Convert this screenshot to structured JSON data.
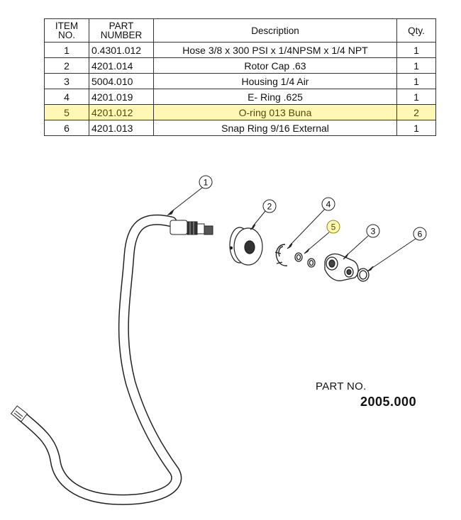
{
  "bom": {
    "headers": {
      "item_line1": "ITEM",
      "item_line2": "NO.",
      "part_line1": "PART",
      "part_line2": "NUMBER",
      "description": "Description",
      "qty": "Qty."
    },
    "rows": [
      {
        "item": "1",
        "part": "0.4301.012",
        "description": "Hose 3/8 x 300 PSI x 1/4NPSM x 1/4 NPT",
        "qty": "1",
        "highlight": false
      },
      {
        "item": "2",
        "part": "4201.014",
        "description": "Rotor Cap .63",
        "qty": "1",
        "highlight": false
      },
      {
        "item": "3",
        "part": "5004.010",
        "description": "Housing 1/4 Air",
        "qty": "1",
        "highlight": false
      },
      {
        "item": "4",
        "part": "4201.019",
        "description": "E- Ring .625",
        "qty": "1",
        "highlight": false
      },
      {
        "item": "5",
        "part": "4201.012",
        "description": "O-ring 013 Buna",
        "qty": "2",
        "highlight": true
      },
      {
        "item": "6",
        "part": "4201.013",
        "description": "Snap Ring 9/16 External",
        "qty": "1",
        "highlight": false
      }
    ]
  },
  "callouts": [
    "1",
    "2",
    "3",
    "4",
    "5",
    "6"
  ],
  "part_no": {
    "label": "PART NO.",
    "value": "2005.000"
  },
  "colors": {
    "highlight_fill": "#fff7b3",
    "line": "#222222"
  }
}
